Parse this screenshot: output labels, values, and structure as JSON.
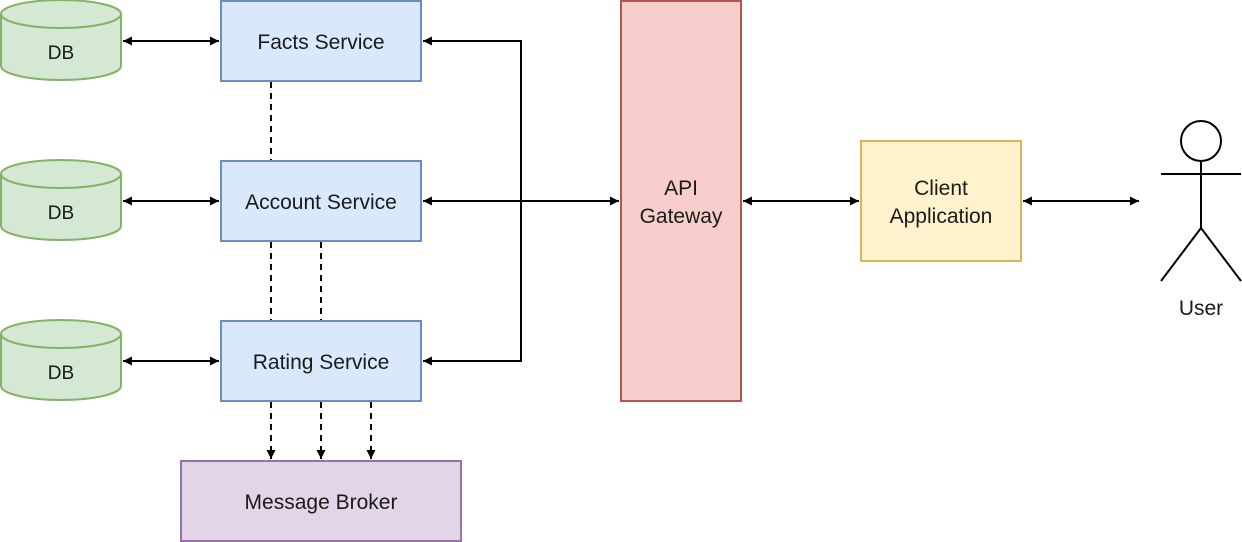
{
  "services": {
    "facts": "Facts Service",
    "account": "Account Service",
    "rating": "Rating Service"
  },
  "databases": {
    "db1": "DB",
    "db2": "DB",
    "db3": "DB"
  },
  "gateway": {
    "line1": "API",
    "line2": "Gateway"
  },
  "client": {
    "line1": "Client",
    "line2": "Application"
  },
  "broker": "Message Broker",
  "user": "User",
  "colors": {
    "service_fill": "#dae8fc",
    "service_stroke": "#6c8ebf",
    "db_fill": "#d5e8d4",
    "db_stroke": "#82b366",
    "gateway_fill": "#f8cecc",
    "gateway_stroke": "#b85450",
    "client_fill": "#fff2cc",
    "client_stroke": "#d6b656",
    "broker_fill": "#e1d5e7",
    "broker_stroke": "#9673a6"
  }
}
